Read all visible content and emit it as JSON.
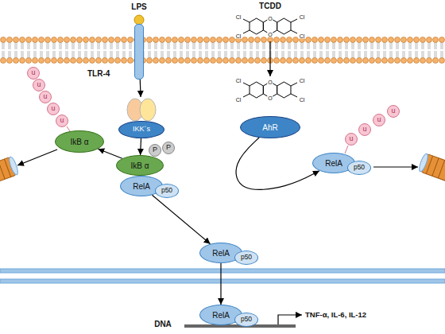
{
  "diagram": {
    "nodes": [
      {
        "text": [
          "TLR-4"
        ]
      },
      {
        "text": [
          "TCDD"
        ]
      },
      {
        "text": [
          "IKK´s"
        ]
      },
      {
        "text": [
          "AhR"
        ]
      },
      {
        "text": [
          "u"
        ]
      },
      {
        "text": [
          "u"
        ]
      },
      {
        "text": [
          "u"
        ]
      },
      {
        "text": [
          "u"
        ]
      },
      {
        "text": [
          "u"
        ]
      },
      {
        "text": [
          "u"
        ]
      },
      {
        "text": [
          "u"
        ]
      },
      {
        "text": [
          "u"
        ]
      },
      {
        "text": [
          "u"
        ]
      },
      {
        "text": [
          "IkB α"
        ]
      },
      {
        "text": [
          "P"
        ]
      },
      {
        "text": [
          "P"
        ]
      },
      {
        "text": [
          "IkB α"
        ]
      },
      {
        "text": [
          "RelA"
        ]
      },
      {
        "text": [
          "p50"
        ]
      },
      {
        "text": [
          "RelA"
        ]
      },
      {
        "text": [
          "p50"
        ]
      },
      {
        "text": [
          "RelA"
        ]
      },
      {
        "text": [
          "p50"
        ]
      },
      {
        "text": [
          "RelA"
        ]
      },
      {
        "text": [
          "p50"
        ]
      }
    ],
    "edges": [
      {
        "from": 0,
        "to": 2,
        "arrow": "to"
      },
      {
        "from": 2,
        "to": 16,
        "arrow": "to"
      },
      {
        "from": 16,
        "to": 13,
        "arrow": "to"
      },
      {
        "from": 1,
        "to": 3,
        "arrow": "to"
      },
      {
        "from": 3,
        "to": 17,
        "arrow": "to"
      },
      {
        "from": 19,
        "to": 21,
        "arrow": "to"
      },
      {
        "from": 21,
        "to": 23,
        "arrow": "to"
      }
    ],
    "labels": [
      "LPS",
      "Cl",
      "Cl",
      "Cl",
      "Cl",
      "O",
      "O",
      "Cl",
      "Cl",
      "Cl",
      "Cl",
      "O",
      "O",
      "DNA",
      "TNF-α, IL-6, IL-12"
    ]
  }
}
